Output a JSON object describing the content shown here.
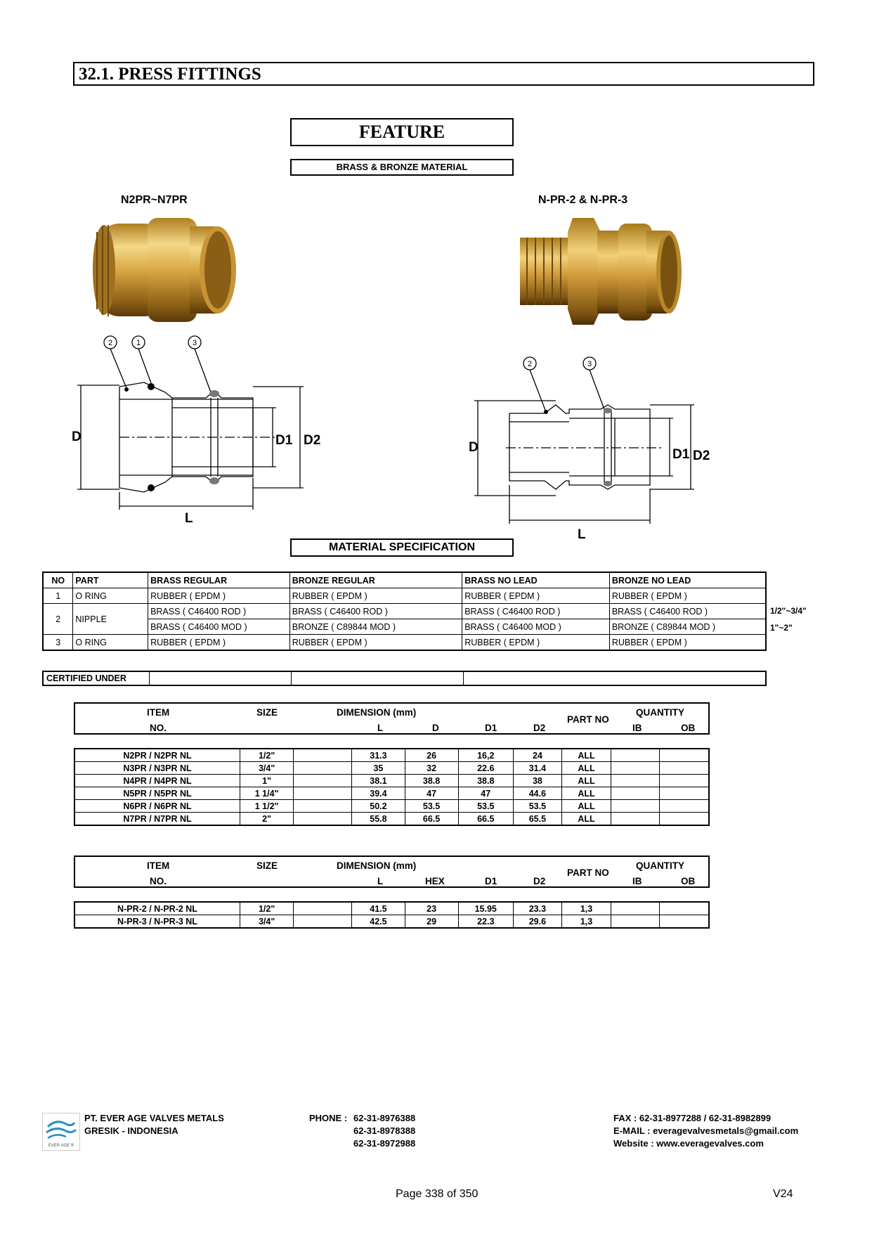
{
  "header": {
    "title": "32.1.  PRESS FITTINGS"
  },
  "feature": {
    "title": "FEATURE",
    "material": "BRASS & BRONZE MATERIAL"
  },
  "products": {
    "left_label": "N2PR~N7PR",
    "right_label": "N-PR-2 & N-PR-3"
  },
  "drawing": {
    "callout_1": "1",
    "callout_2": "2",
    "callout_3": "3",
    "dim_D": "D",
    "dim_D1": "D1",
    "dim_D2": "D2",
    "dim_L": "L"
  },
  "material_spec": {
    "title": "MATERIAL SPECIFICATION",
    "headers": [
      "NO",
      "PART",
      "BRASS REGULAR",
      "BRONZE REGULAR",
      "BRASS NO LEAD",
      "BRONZE NO LEAD"
    ],
    "rows": [
      {
        "no": "1",
        "part": "O RING",
        "brass_regular": "RUBBER ( EPDM )",
        "bronze_regular": "RUBBER ( EPDM )",
        "brass_no_lead": "RUBBER ( EPDM )",
        "bronze_no_lead": "RUBBER ( EPDM )"
      },
      {
        "no": "2",
        "part": "NIPPLE",
        "brass_regular": "BRASS (  C46400 ROD )",
        "bronze_regular": "BRASS (  C46400 ROD )",
        "brass_no_lead": "BRASS (  C46400 ROD )",
        "bronze_no_lead": "BRASS (  C46400 ROD )",
        "note": "1/2\"~3/4\""
      },
      {
        "brass_regular": "BRASS (  C46400 MOD )",
        "bronze_regular": "BRONZE ( C89844  MOD )",
        "brass_no_lead": "BRASS (  C46400 MOD )",
        "bronze_no_lead": "BRONZE ( C89844  MOD )",
        "note": "1\"~2\""
      },
      {
        "no": "3",
        "part": "O RING",
        "brass_regular": "RUBBER ( EPDM )",
        "bronze_regular": "RUBBER ( EPDM )",
        "brass_no_lead": "RUBBER ( EPDM )",
        "bronze_no_lead": "RUBBER ( EPDM )"
      }
    ]
  },
  "certified": {
    "label": "CERTIFIED UNDER"
  },
  "dim_table_1": {
    "headers": {
      "item": "ITEM",
      "no": "NO.",
      "size": "SIZE",
      "dimension": "DIMENSION (mm)",
      "l": "L",
      "d": "D",
      "d1": "D1",
      "d2": "D2",
      "part_no": "PART NO",
      "quantity": "QUANTITY",
      "ib": "IB",
      "ob": "OB"
    },
    "rows": [
      [
        "N2PR / N2PR NL",
        "1/2\"",
        "31.3",
        "26",
        "16,2",
        "24",
        "ALL"
      ],
      [
        "N3PR / N3PR NL",
        "3/4\"",
        "35",
        "32",
        "22.6",
        "31.4",
        "ALL"
      ],
      [
        "N4PR / N4PR NL",
        "1\"",
        "38.1",
        "38.8",
        "38.8",
        "38",
        "ALL"
      ],
      [
        "N5PR / N5PR NL",
        "1 1/4\"",
        "39.4",
        "47",
        "47",
        "44.6",
        "ALL"
      ],
      [
        "N6PR / N6PR NL",
        "1 1/2\"",
        "50.2",
        "53.5",
        "53.5",
        "53.5",
        "ALL"
      ],
      [
        "N7PR / N7PR NL",
        "2\"",
        "55.8",
        "66.5",
        "66.5",
        "65.5",
        "ALL"
      ]
    ]
  },
  "dim_table_2": {
    "headers": {
      "item": "ITEM",
      "no": "NO.",
      "size": "SIZE",
      "dimension": "DIMENSION (mm)",
      "l": "L",
      "hex": "HEX",
      "d1": "D1",
      "d2": "D2",
      "part_no": "PART NO",
      "quantity": "QUANTITY",
      "ib": "IB",
      "ob": "OB"
    },
    "rows": [
      [
        "N-PR-2 / N-PR-2 NL",
        "1/2\"",
        "41.5",
        "23",
        "15.95",
        "23.3",
        "1,3"
      ],
      [
        "N-PR-3 / N-PR-3 NL",
        "3/4\"",
        "42.5",
        "29",
        "22.3",
        "29.6",
        "1,3"
      ]
    ]
  },
  "footer": {
    "logo_text": "EVER AGE ®",
    "company": "PT. EVER AGE VALVES METALS",
    "location": "GRESIK - INDONESIA",
    "phone_label": "PHONE :",
    "phones": [
      "62-31-8976388",
      "62-31-8978388",
      "62-31-8972988"
    ],
    "fax": "FAX  : 62-31-8977288 / 62-31-8982899",
    "email": "E-MAIL  : everagevalvesmetals@gmail.com",
    "website": "Website  : www.everagevalves.com"
  },
  "page": {
    "number": "Page 338 of 350",
    "version": "V24"
  },
  "colors": {
    "brass_light": "#e8c46a",
    "brass_mid": "#c8962e",
    "brass_dark": "#7a5210"
  }
}
